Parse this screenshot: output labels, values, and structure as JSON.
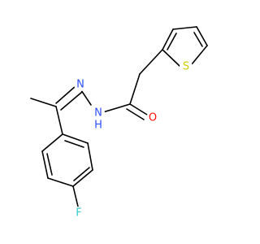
{
  "molecule": {
    "atoms": {
      "fluorine": {
        "label": "F",
        "color": "#33cccc"
      },
      "nitrogen_imine": {
        "label": "N",
        "color": "#3050f8"
      },
      "nitrogen_amide": {
        "label": "N",
        "color": "#3050f8"
      },
      "amide_hydrogen": {
        "label": "H",
        "color": "#3050f8"
      },
      "oxygen": {
        "label": "O",
        "color": "#ff0d0d"
      },
      "sulfur": {
        "label": "S",
        "color": "#cccc00"
      }
    }
  }
}
